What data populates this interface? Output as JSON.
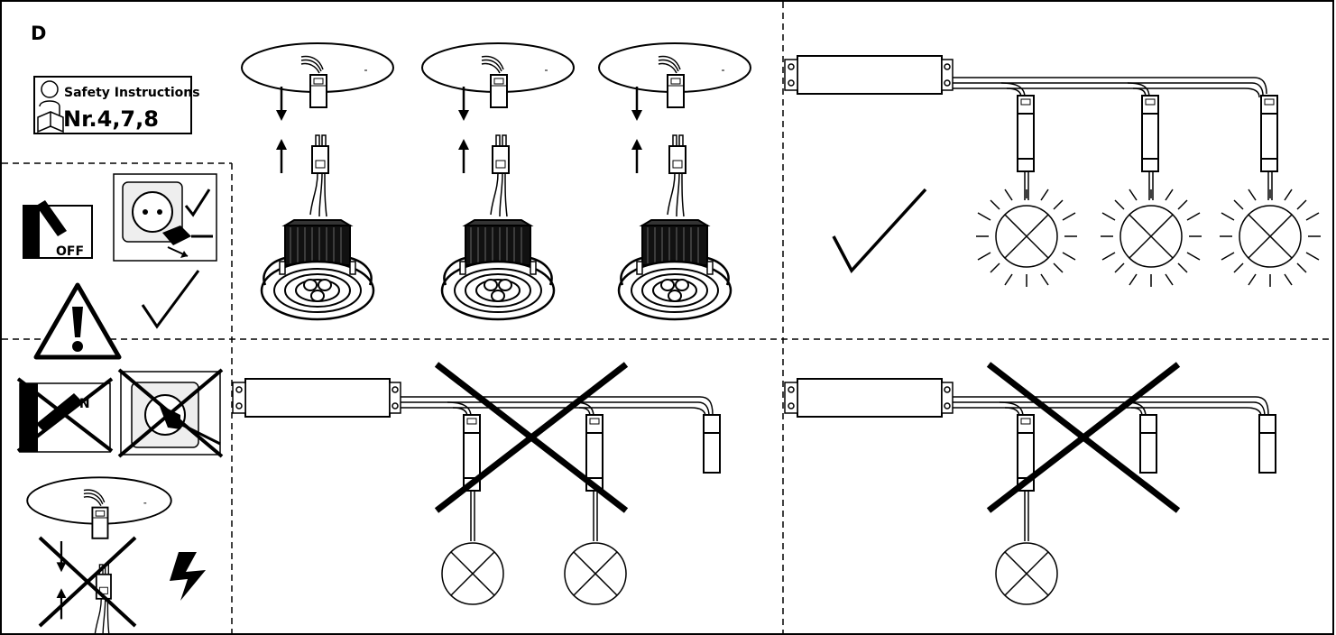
{
  "section_letter": "D",
  "safety": {
    "title": "Safety Instructions",
    "numbers": "Nr.4,7,8"
  },
  "labels": {
    "switch_off": "OFF",
    "switch_on": "ON"
  },
  "icons": [
    "reader-icon",
    "power-switch-off-icon",
    "wall-socket-unplugged-icon",
    "checkmark-icon",
    "warning-triangle-icon",
    "power-switch-on-crossed-icon",
    "wall-socket-plugged-crossed-icon",
    "lightning-icon",
    "connector-pair-icon",
    "led-spotlight-icon",
    "driver-box-icon",
    "lamp-symbol-icon",
    "cross-icon",
    "arrow-down-icon",
    "arrow-up-icon"
  ],
  "colors": {
    "ink": "#000000",
    "background": "#ffffff"
  }
}
